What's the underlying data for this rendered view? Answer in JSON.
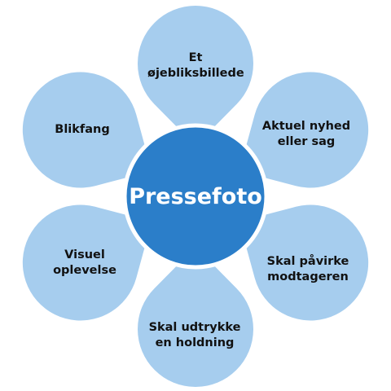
{
  "colors": {
    "petal_fill": "#a6cdee",
    "center_fill": "#2b7ec9",
    "center_stroke": "#ffffff",
    "label_text": "#111111",
    "center_text": "#ffffff"
  },
  "diagram": {
    "center": {
      "label": "Pressefoto"
    },
    "petals": [
      {
        "label": "Et\nøjebliksbillede"
      },
      {
        "label": "Aktuel nyhed\neller sag"
      },
      {
        "label": "Skal påvirke\nmodtageren"
      },
      {
        "label": "Skal udtrykke\nen holdning"
      },
      {
        "label": "Visuel\noplevelse"
      },
      {
        "label": "Blikfang"
      }
    ]
  }
}
